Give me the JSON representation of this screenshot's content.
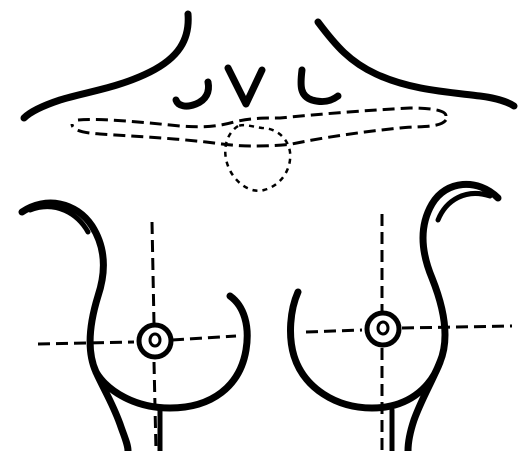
{
  "figure": {
    "ink_color": "#000000",
    "background_color": "#ffffff",
    "labels": [],
    "structures": [
      "neck-and-shoulders",
      "sternal-notch-marks",
      "clavicle-outline",
      "sternal-head-outline",
      "left-breast",
      "right-breast",
      "left-nipple-areola",
      "right-nipple-areola",
      "quadrant-dividing-lines"
    ]
  }
}
